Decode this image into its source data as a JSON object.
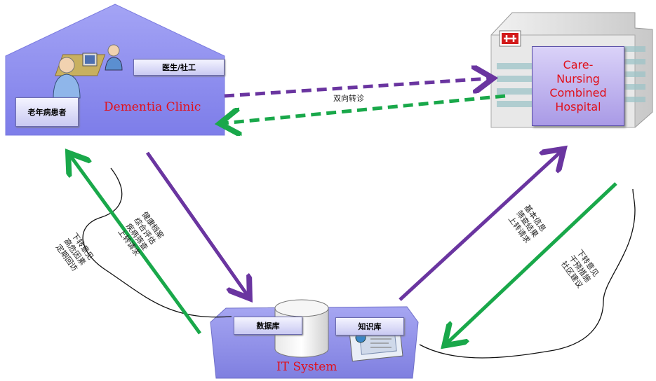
{
  "clinic": {
    "title": "Dementia Clinic",
    "doctor_label": "医生/社工",
    "patient_label": "老年病患者"
  },
  "hospital": {
    "label": "Care-\nNursing\nCombined\nHospital"
  },
  "it_system": {
    "title": "IT System",
    "database_label": "数据库",
    "knowledge_label": "知识库"
  },
  "arrows": {
    "bidirectional_label": "双向转诊",
    "clinic_to_it": "健康档案\n综合评估\n疾病筛查\n上转请求",
    "it_to_clinic": "下转意见\n高危因素\n定期回访",
    "it_to_hospital": "基本信息\n筛查结果\n上转请求",
    "hospital_to_it": "下转意见\n干预措施\n社区建议"
  },
  "colors": {
    "purple_arrow": "#6a35a0",
    "green_arrow": "#19a84a",
    "box_fill": "#8b8bee",
    "title_red": "#e0101a"
  }
}
